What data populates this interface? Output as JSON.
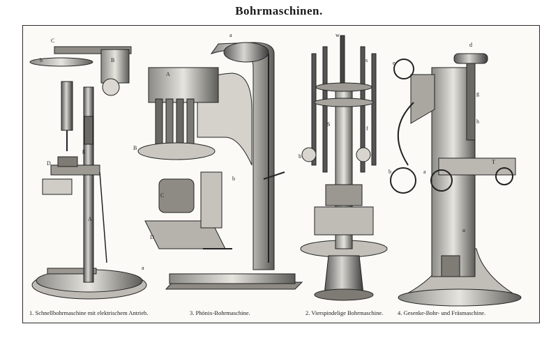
{
  "plate": {
    "title": "Bohrmaschinen.",
    "captions": [
      "1. Schnellbohrmaschine mit elektrischem Antrieb.",
      "3. Phönix-Bohrmaschine.",
      "2. Vierspindelige Bohrmaschine.",
      "4. Gesenke-Bohr- und Fräsmaschine."
    ],
    "labels": {
      "m1": [
        "C",
        "b",
        "B",
        "D",
        "A",
        "a",
        "g"
      ],
      "m3": [
        "A",
        "a",
        "B",
        "C",
        "D",
        "b"
      ],
      "m2": [
        "w",
        "S",
        "s",
        "h",
        "f"
      ],
      "m4": [
        "e",
        "d",
        "g",
        "h",
        "b",
        "a",
        "T",
        "u"
      ]
    }
  }
}
